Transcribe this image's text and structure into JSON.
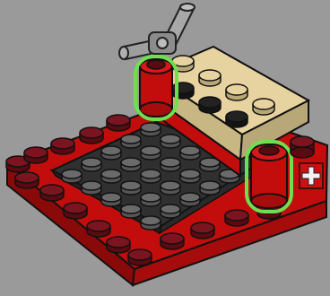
{
  "scene": {
    "title": "",
    "background_color": "#9a9a9a",
    "colors": {
      "outline": "#111111",
      "base_red": "#d01010",
      "base_red_dark": "#8a0a0a",
      "dark_stud": "#5a0a10",
      "dark_stud_top": "#7a1520",
      "plate_dark_gray": "#3c3c3c",
      "plate_stud": "#555555",
      "plate_stud_top": "#6a6a6a",
      "tan": "#e6d3a0",
      "tan_dark": "#b9a877",
      "tan_stud_dark": "#141414",
      "lever_gray": "#9e9e9e",
      "highlight_green": "#6ee04f"
    },
    "parts": [
      {
        "name": "red-base-plate",
        "description_icon": "brick-plate-icon"
      },
      {
        "name": "dark-gray-plate",
        "description_icon": "brick-plate-icon"
      },
      {
        "name": "tan-brick-plate",
        "description_icon": "brick-plate-icon"
      },
      {
        "name": "gray-lever",
        "description_icon": "lever-icon"
      },
      {
        "name": "round-brick-left",
        "highlighted": true,
        "description_icon": "round-brick-icon"
      },
      {
        "name": "round-brick-right",
        "highlighted": true,
        "description_icon": "round-brick-icon"
      },
      {
        "name": "white-cross-tile",
        "description_icon": "cross-icon"
      }
    ]
  }
}
